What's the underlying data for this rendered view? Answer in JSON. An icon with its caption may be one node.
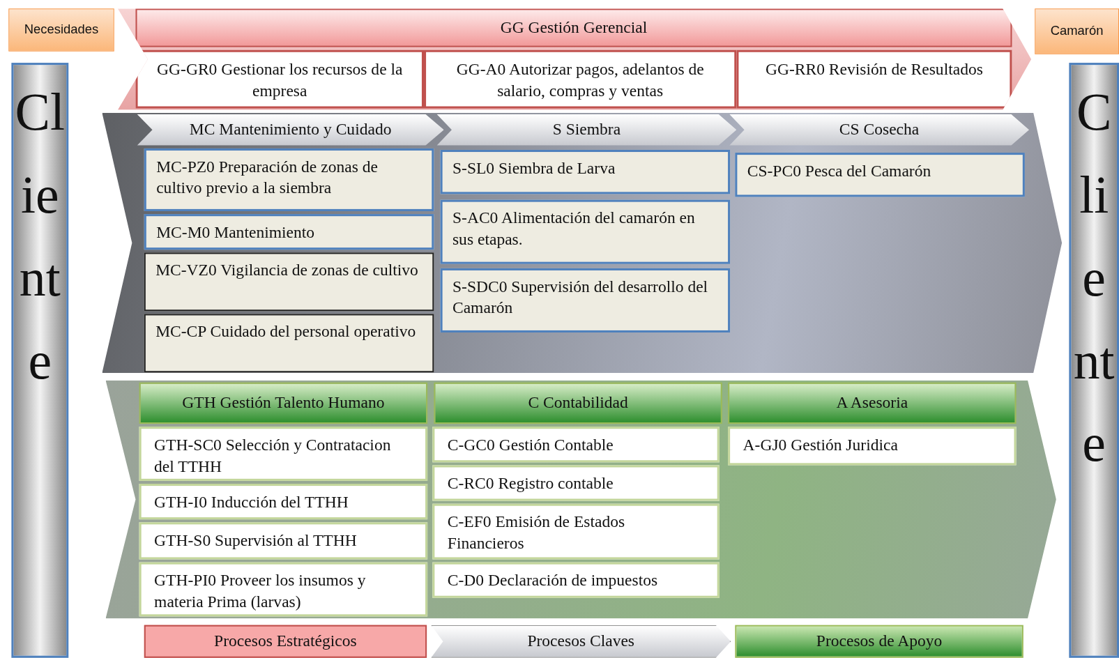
{
  "diagram": {
    "nodes": [
      {
        "text": [
          "Necesidades"
        ]
      },
      {
        "text": [
          "Camarón"
        ]
      },
      {
        "text": [
          "Cliente"
        ]
      },
      {
        "text": [
          "Cliente"
        ]
      },
      {
        "text": [],
        "shape": "arrow"
      },
      {
        "text": [
          "GG Gestión Gerencial"
        ],
        "in": 4
      },
      {
        "text": [
          "GG-GR0 Gestionar los recursos de la empresa"
        ],
        "in": 4
      },
      {
        "text": [
          "GG-A0 Autorizar pagos, adelantos de salario, compras y ventas"
        ],
        "in": 4
      },
      {
        "text": [
          "GG-RR0 Revisión de Resultados"
        ],
        "in": 4
      },
      {
        "text": [],
        "shape": "arrow"
      },
      {
        "text": [
          "MC Mantenimiento y Cuidado"
        ],
        "in": 9
      },
      {
        "text": [
          "MC-PZ0 Preparación de zonas de cultivo previo a la siembra"
        ],
        "in": 9
      },
      {
        "text": [
          "MC-M0 Mantenimiento"
        ],
        "in": 9
      },
      {
        "text": [
          "MC-VZ0 Vigilancia de zonas de cultivo"
        ],
        "in": 9
      },
      {
        "text": [
          "MC-CP Cuidado del personal operativo"
        ],
        "in": 9
      },
      {
        "text": [
          "S Siembra"
        ],
        "in": 9
      },
      {
        "text": [
          "S-SL0 Siembra de Larva"
        ],
        "in": 9
      },
      {
        "text": [
          "S-AC0 Alimentación del camarón en sus etapas."
        ],
        "in": 9
      },
      {
        "text": [
          "S-SDC0 Supervisión del desarrollo del Camarón"
        ],
        "in": 9
      },
      {
        "text": [
          "CS Cosecha"
        ],
        "in": 9
      },
      {
        "text": [
          "CS-PC0 Pesca del Camarón"
        ],
        "in": 9
      },
      {
        "text": [],
        "shape": "arrow"
      },
      {
        "text": [
          "GTH Gestión Talento Humano"
        ],
        "in": 21
      },
      {
        "text": [
          "GTH-SC0 Selección y Contratacion del TTHH"
        ],
        "in": 21
      },
      {
        "text": [
          "GTH-I0 Inducción del TTHH"
        ],
        "in": 21
      },
      {
        "text": [
          "GTH-S0 Supervisión al TTHH"
        ],
        "in": 21
      },
      {
        "text": [
          "GTH-PI0 Proveer los insumos y materia Prima (larvas)"
        ],
        "in": 21
      },
      {
        "text": [
          "C Contabilidad"
        ],
        "in": 21
      },
      {
        "text": [
          "C-GC0 Gestión Contable"
        ],
        "in": 21
      },
      {
        "text": [
          "C-RC0 Registro contable"
        ],
        "in": 21
      },
      {
        "text": [
          "C-EF0 Emisión de Estados Financieros"
        ],
        "in": 21
      },
      {
        "text": [
          "C-D0 Declaración de impuestos"
        ],
        "in": 21
      },
      {
        "text": [
          "A Asesoria"
        ],
        "in": 21
      },
      {
        "text": [
          "A-GJ0 Gestión Juridica"
        ],
        "in": 21
      },
      {
        "text": [
          "Procesos Estratégicos"
        ]
      },
      {
        "text": [
          "Procesos Claves"
        ]
      },
      {
        "text": [
          "Procesos de Apoyo"
        ]
      }
    ]
  }
}
